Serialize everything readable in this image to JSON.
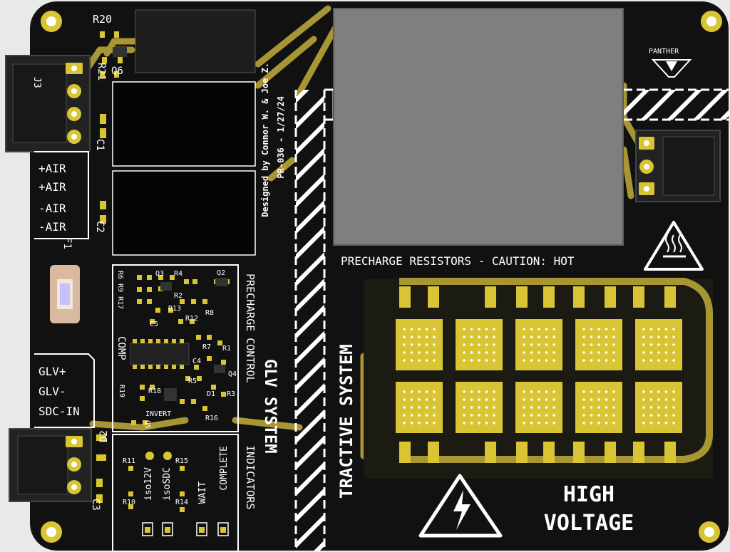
{
  "colors": {
    "board": "#101010",
    "copper": "#b8a233",
    "pad": "#d9c534",
    "silk": "#ffffff",
    "connector": "#222222",
    "heatsink": "#7f7f7f",
    "bg": "#e9e9e9"
  },
  "logo": {
    "text": "PANTHER"
  },
  "designer": {
    "line1": "Designed by Connor W. & Joe Z.",
    "line2": "PR-036 - 1/27/24"
  },
  "connector_top": {
    "ref": "J3",
    "labels": [
      "+AIR",
      "+AIR",
      "-AIR",
      "-AIR"
    ]
  },
  "connector_mid": {
    "labels": [
      "GLV+",
      "GLV-",
      "SDC-IN"
    ]
  },
  "refdes": {
    "r20": "R20",
    "r21": "R21",
    "q6": "Q6",
    "c1": "C1",
    "c2": "C2",
    "f1": "F1",
    "d2": "D2",
    "c3": "C3",
    "q3": "Q3",
    "r4": "R4",
    "q2": "Q2",
    "r6r9r17": "R6 R9 R17",
    "r2": "R2",
    "r13": "R13",
    "r12": "R12",
    "r8": "R8",
    "c5": "C5",
    "r7": "R7",
    "r1": "R1",
    "c4": "C4",
    "q4": "Q4",
    "r5": "R5",
    "d1": "D1",
    "r3": "R3",
    "r19": "R19",
    "r18": "R18",
    "r16": "R16",
    "q5": "Q5",
    "r11": "R11",
    "r15": "R15",
    "r10": "R10",
    "r14": "R14"
  },
  "section_labels": {
    "comp": "COMP",
    "invert": "INVERT",
    "precharge_control": "PRECHARGE CONTROL",
    "glv_system": "GLV SYSTEM",
    "indicators": "INDICATORS",
    "tractive_system": "TRACTIVE SYSTEM",
    "precharge_resistors": "PRECHARGE RESISTORS - CAUTION: HOT",
    "high_voltage_1": "HIGH",
    "high_voltage_2": "VOLTAGE"
  },
  "indicators": [
    "iso12V",
    "isoSDC",
    "WAIT",
    "COMPLETE"
  ]
}
